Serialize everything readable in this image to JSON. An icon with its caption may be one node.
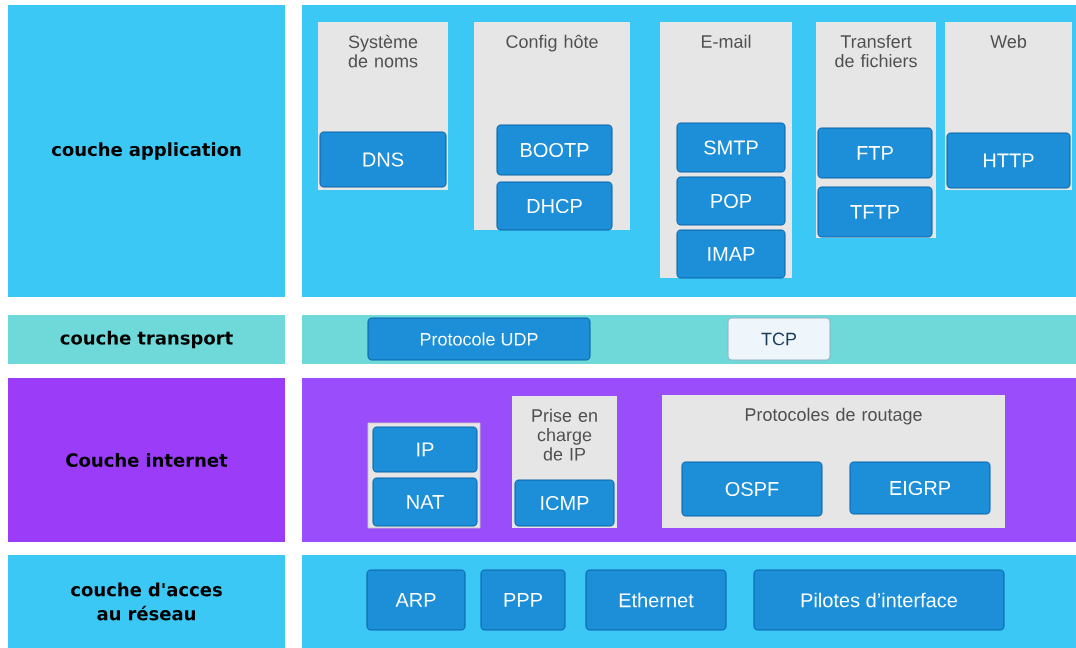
{
  "diagram": {
    "nodes": [
      {
        "text": [
          "couche application"
        ]
      },
      {
        "text": [],
        "shape": "band"
      },
      {
        "text": [
          "Système de noms"
        ],
        "in": 1
      },
      {
        "text": [
          "DNS"
        ],
        "in": 2
      },
      {
        "text": [
          "Config hôte"
        ],
        "in": 1
      },
      {
        "text": [
          "BOOTP"
        ],
        "in": 4
      },
      {
        "text": [
          "DHCP"
        ],
        "in": 4
      },
      {
        "text": [
          "E-mail"
        ],
        "in": 1
      },
      {
        "text": [
          "SMTP"
        ],
        "in": 7
      },
      {
        "text": [
          "POP"
        ],
        "in": 7
      },
      {
        "text": [
          "IMAP"
        ],
        "in": 7
      },
      {
        "text": [
          "Transfert de fichiers"
        ],
        "in": 1
      },
      {
        "text": [
          "FTP"
        ],
        "in": 11
      },
      {
        "text": [
          "TFTP"
        ],
        "in": 11
      },
      {
        "text": [
          "Web"
        ],
        "in": 1
      },
      {
        "text": [
          "HTTP"
        ],
        "in": 14
      },
      {
        "text": [
          "couche transport"
        ]
      },
      {
        "text": [],
        "shape": "band"
      },
      {
        "text": [
          "Protocole UDP"
        ],
        "in": 17
      },
      {
        "text": [
          "TCP"
        ],
        "in": 17
      },
      {
        "text": [
          "Couche internet"
        ]
      },
      {
        "text": [],
        "shape": "band"
      },
      {
        "text": [],
        "shape": "box",
        "in": 21
      },
      {
        "text": [
          "IP"
        ],
        "in": 22
      },
      {
        "text": [
          "NAT"
        ],
        "in": 22
      },
      {
        "text": [
          "Prise en charge de IP"
        ],
        "in": 21
      },
      {
        "text": [
          "ICMP"
        ],
        "in": 25
      },
      {
        "text": [
          "Protocoles de routage"
        ],
        "in": 21
      },
      {
        "text": [
          "OSPF"
        ],
        "in": 27
      },
      {
        "text": [
          "EIGRP"
        ],
        "in": 27
      },
      {
        "text": [
          "couche d'acces au réseau"
        ]
      },
      {
        "text": [],
        "shape": "band"
      },
      {
        "text": [
          "ARP"
        ],
        "in": 31
      },
      {
        "text": [
          "PPP"
        ],
        "in": 31
      },
      {
        "text": [
          "Ethernet"
        ],
        "in": 31
      },
      {
        "text": [
          "Pilotes d’interface"
        ],
        "in": 31
      }
    ]
  }
}
